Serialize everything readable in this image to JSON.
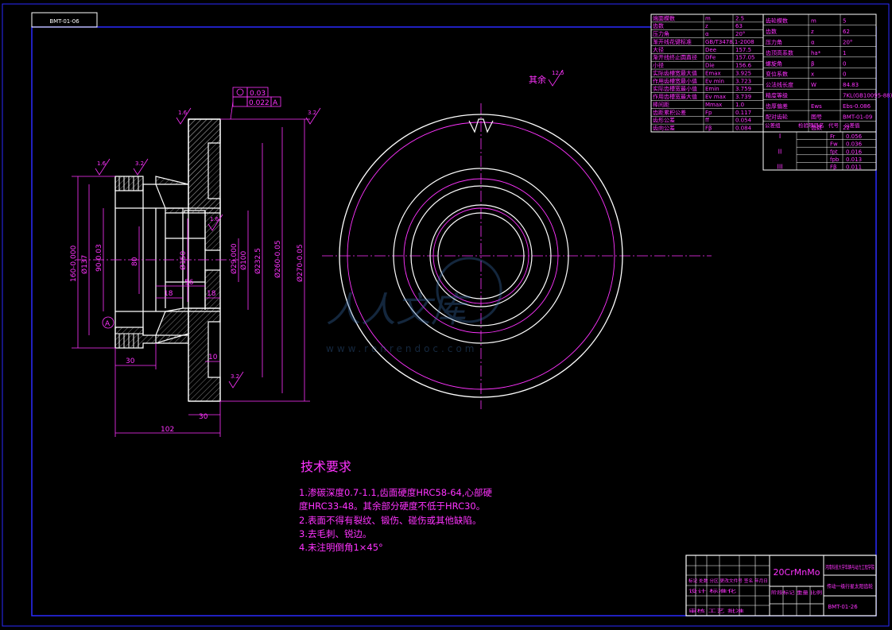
{
  "drawing_number_corner": "BMT-01-06",
  "material": "20CrMnMo",
  "drawing_number": "BMT-01-26",
  "title_block": {
    "school": "河南科技大学车辆与动力工程学院",
    "part_name": "传动一级行星太阳齿轮",
    "drawing_number": "BMT-01-26"
  },
  "surface_rest_label": "其余",
  "roughness": {
    "rest": "12.5",
    "a": "1.6",
    "b": "3.2",
    "c": "1.6",
    "d": "3.2",
    "e": "1.6",
    "f": "3.2"
  },
  "tolerance_frames": {
    "runout": "0.03",
    "position": "0.022",
    "datum": "A"
  },
  "datum_label": "A",
  "dimensions": {
    "d_160": "160-0.000",
    "d_137": "Ø137",
    "d_90": "90-0.03",
    "d_80": "80",
    "d_150": "Ø150",
    "d_29": "Ø29.000",
    "d_100": "Ø100",
    "d_232": "Ø232.5",
    "d_260": "Ø260-0.05",
    "d_270": "Ø270-0.05",
    "l_56": "56",
    "l_18a": "18",
    "l_18b": "18",
    "l_10": "10",
    "l_30a": "30",
    "l_30b": "30",
    "l_102": "102"
  },
  "tech_requirements": {
    "heading": "技术要求",
    "lines": [
      "1.渗碳深度0.7-1.1,齿面硬度HRC58-64,心部硬",
      "度HRC33-48。其余部分硬度不低于HRC30。",
      "2.表面不得有裂纹、锻伤、碰伤或其他缺陷。",
      "3.去毛刺、锐边。",
      "4.未注明倒角1×45°"
    ]
  },
  "param_table_left": [
    [
      "端面模数",
      "m",
      "2.5"
    ],
    [
      "齿数",
      "z",
      "63"
    ],
    [
      "压力角",
      "α",
      "20°"
    ],
    [
      "渐开线花键标准",
      "GB/T3478.1-2008",
      ""
    ],
    [
      "大径",
      "Dee",
      "157.5"
    ],
    [
      "渐开线终止圆直径",
      "DFe",
      "157.05"
    ],
    [
      "小径",
      "Die",
      "156.6"
    ],
    [
      "实际齿槽宽最大值",
      "Emax",
      "3.925"
    ],
    [
      "作用齿槽宽最小值",
      "Ev min",
      "3.723"
    ],
    [
      "实际齿槽宽最小值",
      "Emin",
      "3.759"
    ],
    [
      "作用齿槽宽最大值",
      "Ev max",
      "3.739"
    ],
    [
      "棒间距",
      "Mmax",
      "1.0"
    ],
    [
      "齿距累积公差",
      "Fp",
      "0.117"
    ],
    [
      "齿形公差",
      "ff",
      "0.054"
    ],
    [
      "齿向公差",
      "Fβ",
      "0.084"
    ]
  ],
  "param_table_right": [
    [
      "齿轮模数",
      "m",
      "5"
    ],
    [
      "齿数",
      "z",
      "62"
    ],
    [
      "压力角",
      "α",
      "20°"
    ],
    [
      "齿顶高系数",
      "ha*",
      "1"
    ],
    [
      "螺旋角",
      "β",
      "0"
    ],
    [
      "变位系数",
      "x",
      "0"
    ],
    [
      "公法线长度",
      "W",
      "84.83"
    ],
    [
      "精度等级",
      "",
      "7KL(GB10095-88)"
    ],
    [
      "齿厚偏差",
      "Ews",
      "Ebs-0.086"
    ],
    [
      "配对齿轮",
      "图号",
      "BMT-01-09"
    ],
    [
      "",
      "齿数",
      "22"
    ]
  ],
  "tolerance_group": {
    "header": [
      "公差组",
      "检验项目名",
      "代号",
      "公差值"
    ],
    "rows": [
      [
        "I",
        "Fr",
        "0.056"
      ],
      [
        "",
        "Fw",
        "0.036"
      ],
      [
        "II",
        "fpt",
        "0.016"
      ],
      [
        "",
        "fpb",
        "0.013"
      ],
      [
        "III",
        "Fβ",
        "0.011"
      ]
    ]
  },
  "title_block_small": [
    "标记 处数 分区 更改文件号 签名 年月日",
    "设计 标准化",
    "审核 工艺 批准",
    "阶段标记 重量 比例"
  ],
  "watermark": {
    "brand": "人人文库",
    "url": "www.renrendoc.com"
  },
  "colors": {
    "background": "#000000",
    "frame": "#2a2aff",
    "line": "#ffffff",
    "dimension": "#ff33ff",
    "hatch": "#c8c8c8"
  }
}
